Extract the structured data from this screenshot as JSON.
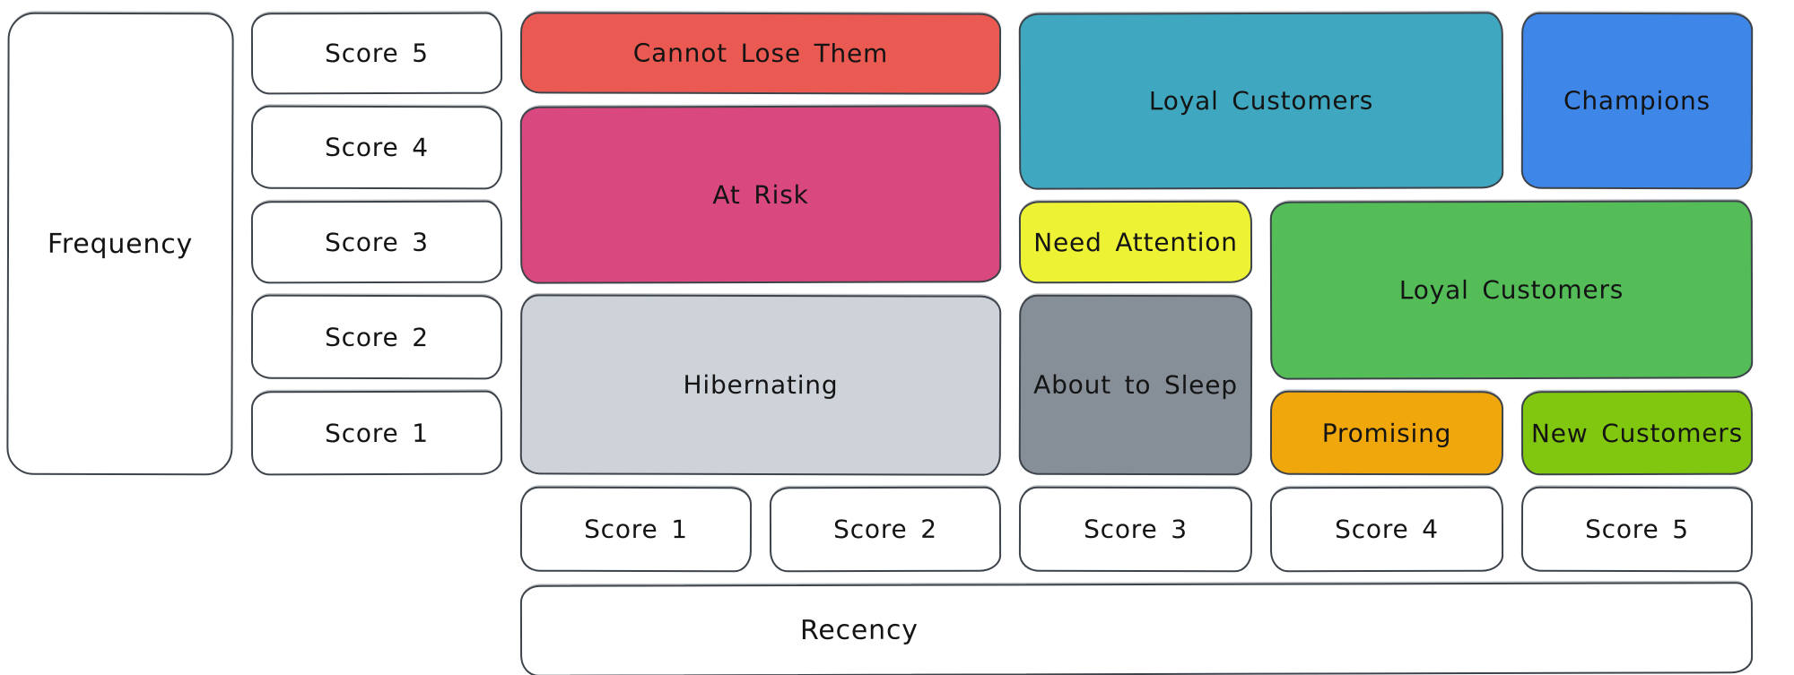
{
  "diagram": {
    "type": "rfm-segmentation-matrix",
    "background": "#ffffff",
    "stroke_color": "#3d434a",
    "text_color": "#141414",
    "frequency_axis": {
      "label": "Frequency",
      "scores": [
        "Score 5",
        "Score 4",
        "Score 3",
        "Score 2",
        "Score 1"
      ]
    },
    "recency_axis": {
      "label": "Recency",
      "scores": [
        "Score 1",
        "Score 2",
        "Score 3",
        "Score 4",
        "Score 5"
      ]
    },
    "segments": [
      {
        "label": "Cannot Lose Them",
        "color": "#ea5a52",
        "recency": "1-2",
        "frequency": "5"
      },
      {
        "label": "At Risk",
        "color": "#d9487e",
        "recency": "1-2",
        "frequency": "3-4"
      },
      {
        "label": "Hibernating",
        "color": "#ced3da",
        "recency": "1-2",
        "frequency": "1-2"
      },
      {
        "label": "Loyal Customers",
        "color": "#3fa8c0",
        "recency": "3-4",
        "frequency": "4-5"
      },
      {
        "label": "Champions",
        "color": "#3e86e8",
        "recency": "5",
        "frequency": "4-5"
      },
      {
        "label": "Need Attention",
        "color": "#eef235",
        "recency": "3",
        "frequency": "3"
      },
      {
        "label": "About to Sleep",
        "color": "#868e98",
        "recency": "3",
        "frequency": "1-2"
      },
      {
        "label": "Loyal Customers",
        "color": "#54bd58",
        "recency": "4-5",
        "frequency": "2-3"
      },
      {
        "label": "Promising",
        "color": "#f0a70c",
        "recency": "4",
        "frequency": "1"
      },
      {
        "label": "New Customers",
        "color": "#81c70f",
        "recency": "5",
        "frequency": "1"
      }
    ]
  }
}
